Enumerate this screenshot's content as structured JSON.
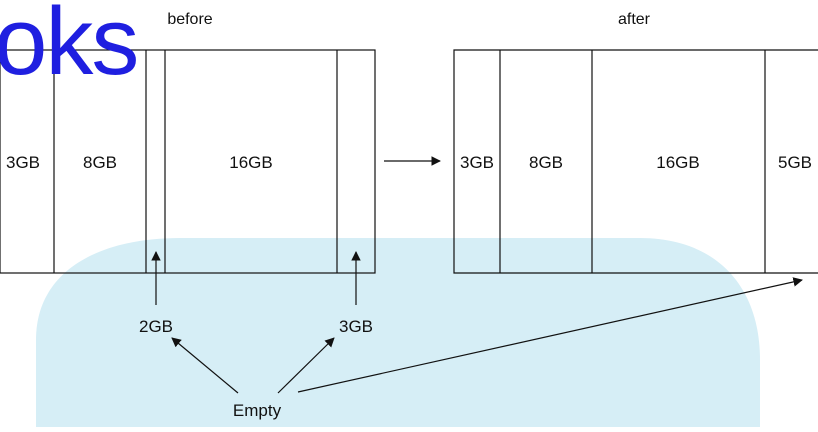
{
  "logo_text": "oks",
  "colors": {
    "background_shape": "#d6eef6",
    "stroke": "#111111",
    "logo": "#1f1fe0"
  },
  "before": {
    "title": "before",
    "segments": [
      {
        "label": "3GB"
      },
      {
        "label": "8GB"
      },
      {
        "label": ""
      },
      {
        "label": "16GB"
      },
      {
        "label": ""
      }
    ]
  },
  "after": {
    "title": "after",
    "segments": [
      {
        "label": "3GB"
      },
      {
        "label": "8GB"
      },
      {
        "label": "16GB"
      },
      {
        "label": "5GB"
      }
    ]
  },
  "annotations": {
    "gap_a": "2GB",
    "gap_b": "3GB",
    "empty": "Empty"
  }
}
